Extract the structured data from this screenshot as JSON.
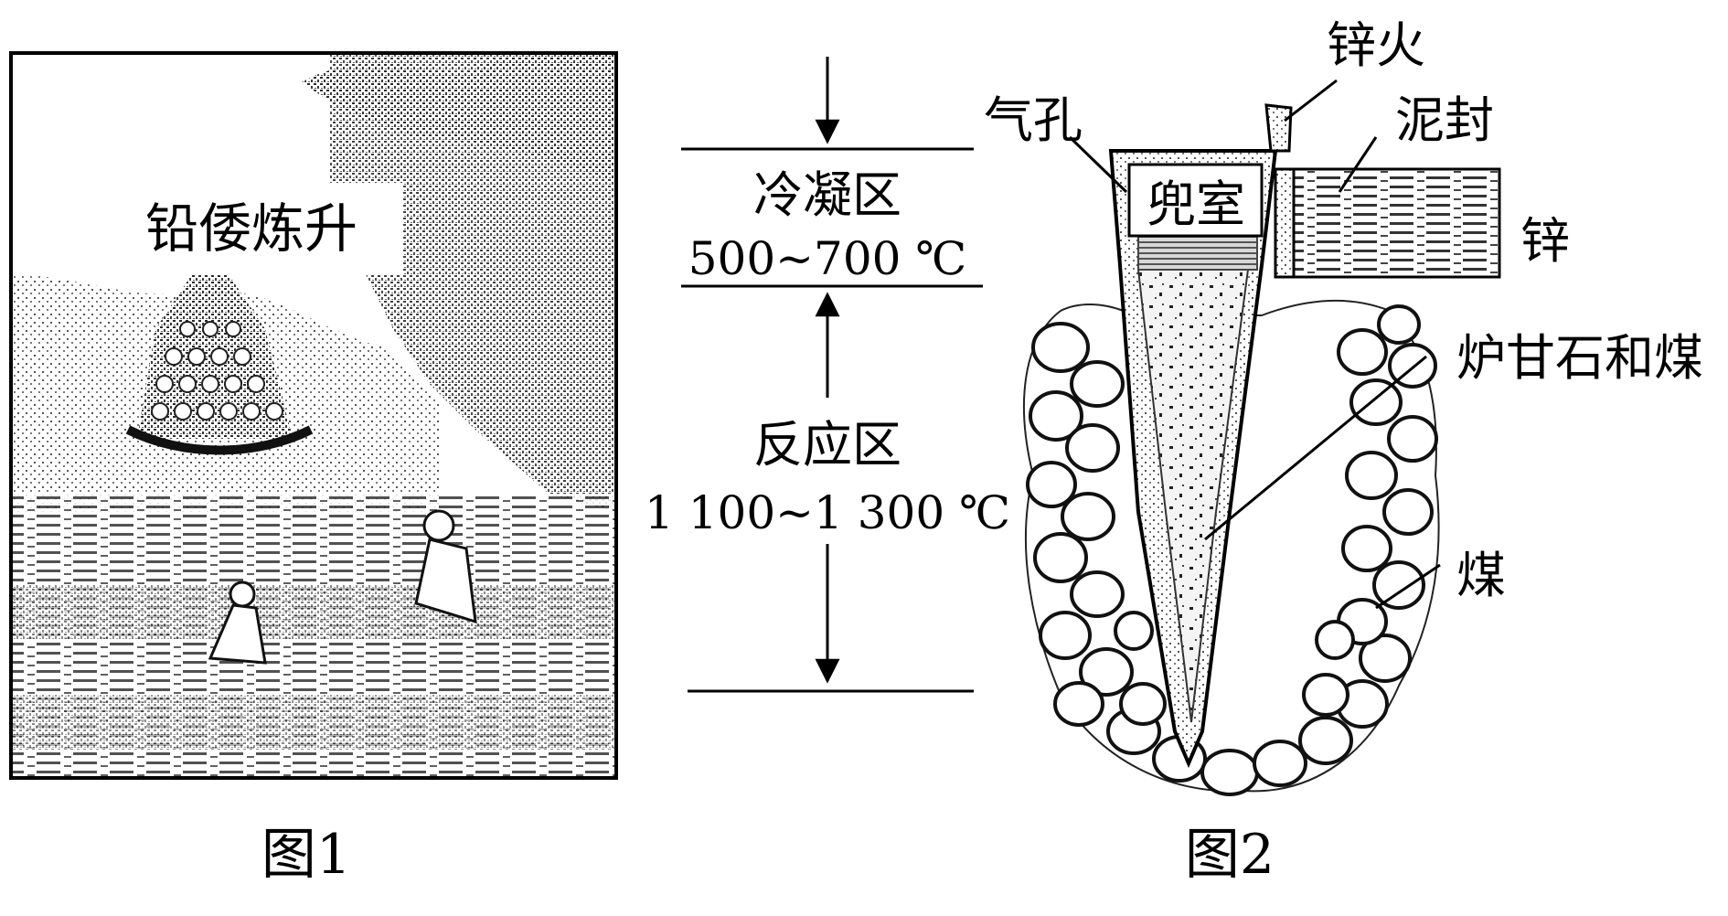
{
  "figure1": {
    "title_label": "铅倭炼升",
    "caption": "图1"
  },
  "middle": {
    "condense_zone": {
      "name": "冷凝区",
      "temperature": "500~700 ℃"
    },
    "reaction_zone": {
      "name": "反应区",
      "temperature": "1 100~1 300 ℃"
    }
  },
  "figure2": {
    "labels": {
      "zinc_fire": "锌火",
      "air_hole": "气孔",
      "mud_seal": "泥封",
      "pocket_chamber": "兜室",
      "zinc": "锌",
      "calamine_and_coal": "炉甘石和煤",
      "coal": "煤"
    },
    "caption": "图2"
  },
  "colors": {
    "ink": "#000000",
    "paper": "#ffffff",
    "stipple": "#6a6a6a"
  }
}
